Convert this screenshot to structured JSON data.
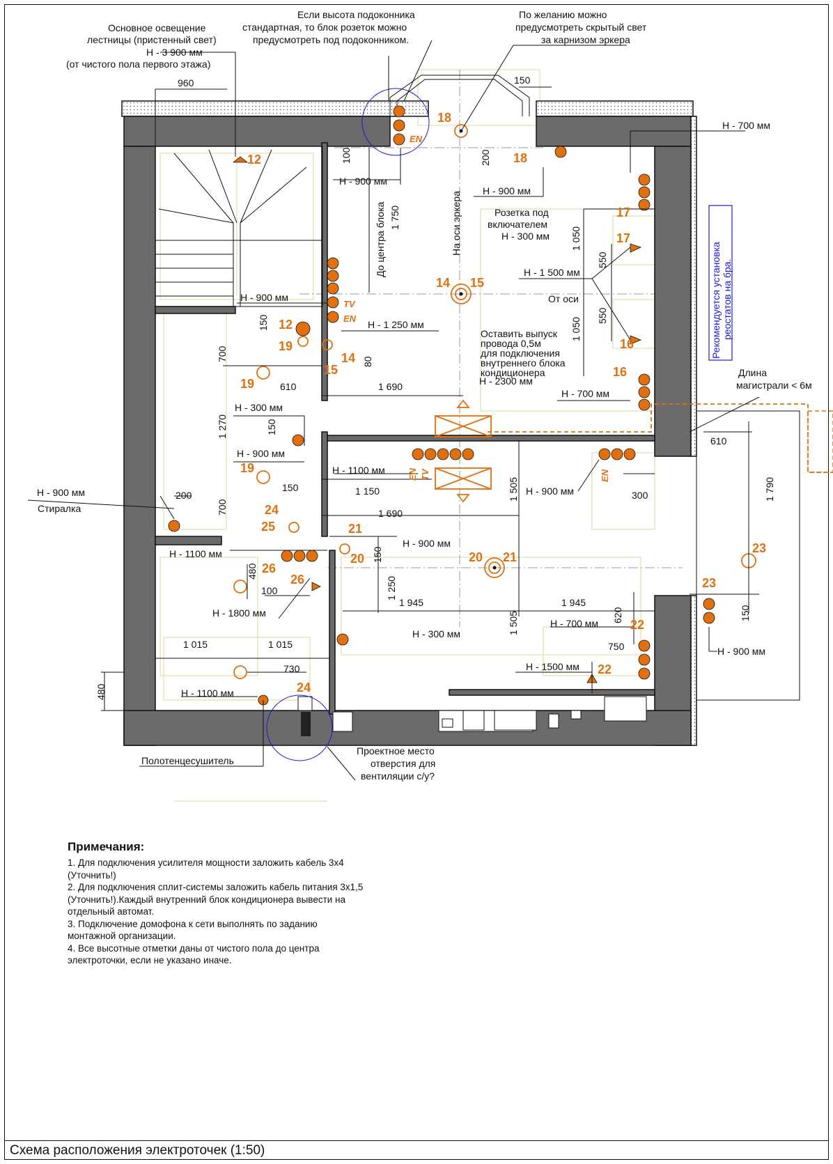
{
  "title": "Схема расположения электроточек (1:50)",
  "notes": {
    "heading": "Примечания:",
    "items": [
      "1. Для подключения усилителя мощности заложить кабель 3х4 (Уточнить!)",
      "2. Для подключения сплит-системы заложить кабель питания 3х1,5 (Уточнить!).Каждый внутренний блок кондиционера вывести на отдельный автомат.",
      "3. Подключение домофона к сети выполнять по заданию монтажной организации.",
      "4. Все высотные отметки даны от чистого пола до центра электроточки, если не указано иначе."
    ]
  },
  "callouts": {
    "stair_light": [
      "Основное освещение",
      "лестницы (пристенный свет)",
      "Н - 3 900 мм",
      "(от чистого пола первого этажа)"
    ],
    "sill": [
      "Если высота подоконника",
      "стандартная, то блок розеток можно",
      "предусмотреть под подоконником."
    ],
    "hidden_light": [
      "По желанию можно",
      "предусмотреть скрытый свет",
      "за карнизом эркера"
    ],
    "socket_switch": [
      "Розетка под",
      "включателем",
      "Н - 300 мм"
    ],
    "ac_outlet": [
      "Оставить выпуск",
      "провода 0,5м",
      "для подключения",
      "внутреннего блока",
      "кондиционера"
    ],
    "trunk": [
      "Длина",
      "магистрали < 6м"
    ],
    "vent": [
      "Проектное место",
      "отверстия для",
      "вентиляции с/у?"
    ],
    "washer": "Стиралка",
    "towel": "Полотенцесушитель",
    "bay_axis": "На оси эркера",
    "block_center": "До центра блока",
    "from_axis": "От оси",
    "recommend": [
      "Рекомендуется установка",
      "реостатов на бра."
    ]
  },
  "heights": {
    "h3900": "Н - 3 900 мм",
    "h700a": "Н - 700 мм",
    "h900a": "Н - 900 мм",
    "h900b": "Н - 900 мм",
    "h300a": "Н - 300 мм",
    "h1500a": "Н - 1 500 мм",
    "h900c": "Н - 900 мм",
    "h1250": "Н - 1 250 мм",
    "h700b": "Н - 700 мм",
    "h2300": "Н - 2300 мм",
    "h300b": "Н - 300 мм",
    "h900d": "Н - 900 мм",
    "h1100a": "Н - 1100 мм",
    "h900e": "Н - 900 мм",
    "h900f": "Н - 900 мм",
    "h1100b": "Н - 1100 мм",
    "h900g": "Н - 900 мм",
    "h1800": "Н - 1800 мм",
    "h300c": "Н - 300 мм",
    "h700c": "Н - 700 мм",
    "h1500b": "Н - 1500 мм",
    "h1100c": "Н - 1100 мм",
    "h900h": "Н - 900 мм"
  },
  "dims": [
    "960",
    "150",
    "100",
    "200",
    "1 750",
    "1 050",
    "550",
    "550",
    "1 050",
    "150",
    "700",
    "80",
    "610",
    "1 690",
    "1 270",
    "150",
    "200",
    "700",
    "150",
    "1 150",
    "1 690",
    "1 505",
    "300",
    "610",
    "1 790",
    "480",
    "100",
    "150",
    "1 250",
    "1 945",
    "1 945",
    "1 505",
    "620",
    "750",
    "150",
    "1 015",
    "1 015",
    "730",
    "480"
  ],
  "numbers": [
    "12",
    "18",
    "18",
    "17",
    "17",
    "14",
    "15",
    "12",
    "19",
    "14",
    "15",
    "19",
    "16",
    "16",
    "19",
    "24",
    "25",
    "21",
    "20",
    "20",
    "21",
    "23",
    "26",
    "26",
    "23",
    "22",
    "22",
    "24"
  ],
  "tags": [
    "EN",
    "TV",
    "EN",
    "EN",
    "TV",
    "EN"
  ],
  "colors": {
    "accent": "#e07010",
    "wall": "#6b6b6b",
    "note_blue": "#1a1ad6",
    "furniture": "#e6ddb0"
  }
}
